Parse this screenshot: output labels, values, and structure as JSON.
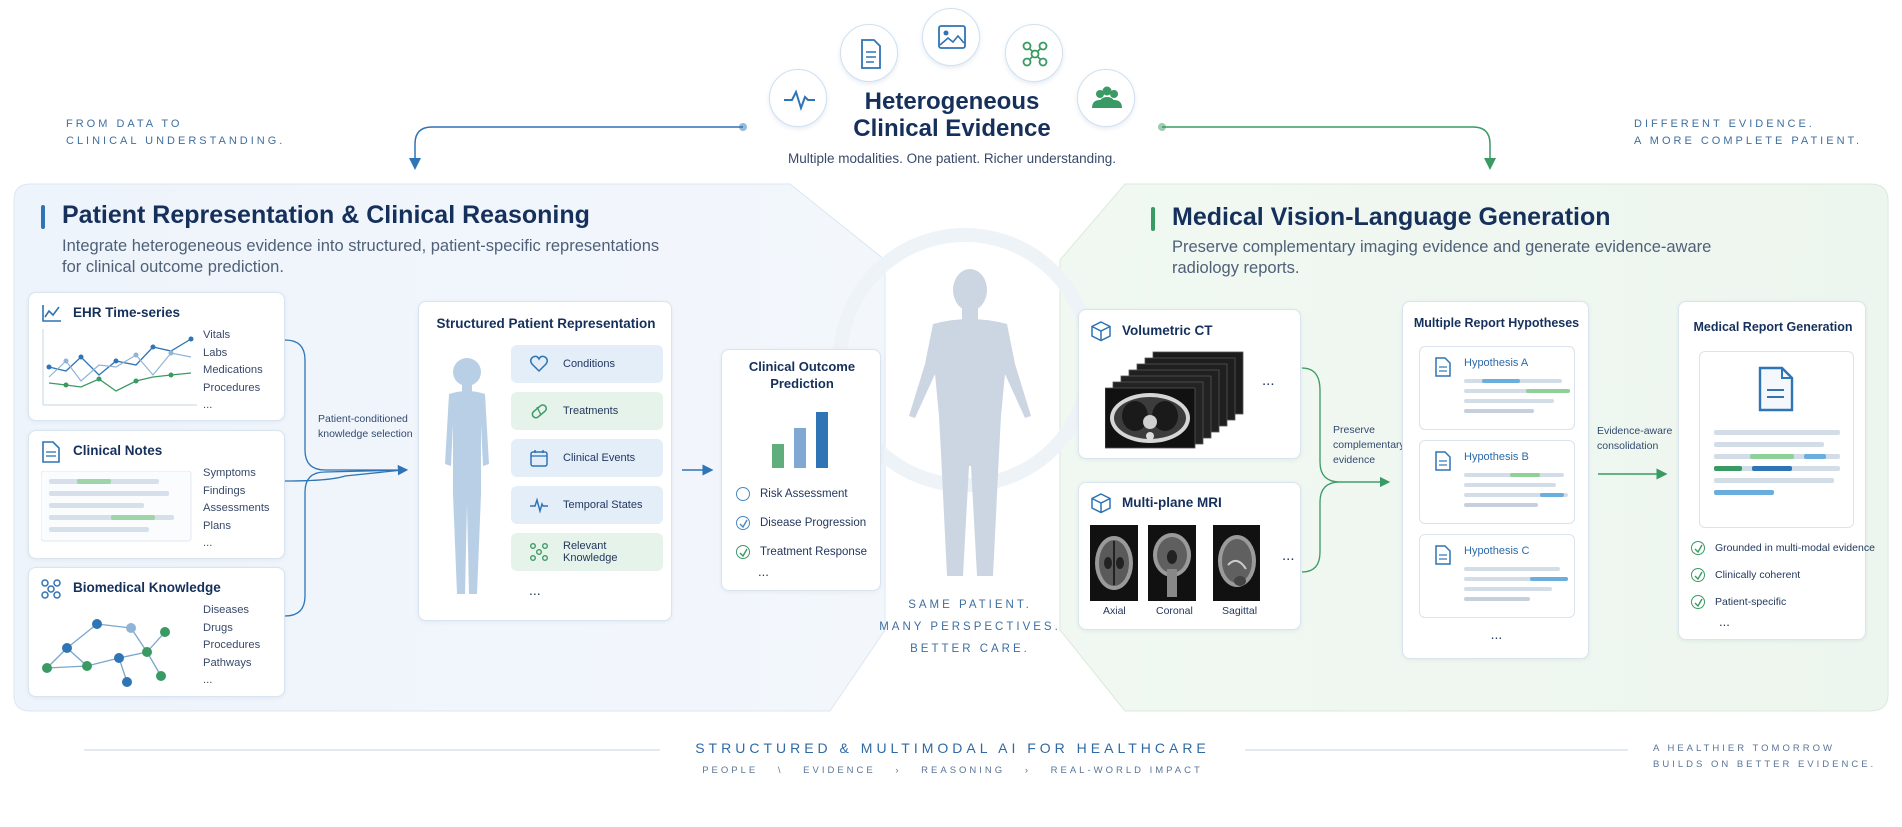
{
  "header": {
    "title_line1": "Heterogeneous",
    "title_line2": "Clinical Evidence",
    "subtitle": "Multiple modalities. One patient. Richer understanding.",
    "left_tag_line1": "FROM DATA TO",
    "left_tag_line2": "CLINICAL UNDERSTANDING.",
    "right_tag_line1": "DIFFERENT EVIDENCE.",
    "right_tag_line2": "A MORE COMPLETE PATIENT.",
    "icons": [
      "heartbeat-icon",
      "document-icon",
      "image-icon",
      "network-icon",
      "people-icon"
    ]
  },
  "left_panel": {
    "title": "Patient Representation & Clinical Reasoning",
    "subtitle_line1": "Integrate heterogeneous evidence into structured, patient-specific representations",
    "subtitle_line2": "for clinical outcome prediction.",
    "ehr": {
      "title": "EHR Time-series",
      "items": [
        "Vitals",
        "Labs",
        "Medications",
        "Procedures",
        "..."
      ]
    },
    "notes": {
      "title": "Clinical Notes",
      "items": [
        "Symptoms",
        "Findings",
        "Assessments",
        "Plans",
        "..."
      ]
    },
    "knowledge": {
      "title": "Biomedical Knowledge",
      "items": [
        "Diseases",
        "Drugs",
        "Procedures",
        "Pathways",
        "..."
      ]
    },
    "selection_label_line1": "Patient-conditioned",
    "selection_label_line2": "knowledge selection",
    "structured": {
      "title": "Structured Patient Representation",
      "items": [
        "Conditions",
        "Treatments",
        "Clinical Events",
        "Temporal States",
        "Relevant Knowledge"
      ],
      "more": "..."
    },
    "outcome": {
      "title_line1": "Clinical Outcome",
      "title_line2": "Prediction",
      "items": [
        "Risk Assessment",
        "Disease Progression",
        "Treatment Response"
      ],
      "more": "..."
    }
  },
  "center": {
    "line1": "SAME PATIENT.",
    "line2": "MANY PERSPECTIVES.",
    "line3": "BETTER CARE."
  },
  "right_panel": {
    "title": "Medical Vision-Language Generation",
    "subtitle_line1": "Preserve complementary imaging evidence and generate evidence-aware",
    "subtitle_line2": "radiology reports.",
    "ct": {
      "title": "Volumetric CT",
      "more": "..."
    },
    "mri": {
      "title": "Multi-plane MRI",
      "views": [
        "Axial",
        "Coronal",
        "Sagittal"
      ],
      "more": "..."
    },
    "preserve_label": [
      "Preserve",
      "complementary",
      "evidence"
    ],
    "hypotheses": {
      "title": "Multiple Report Hypotheses",
      "items": [
        "Hypothesis A",
        "Hypothesis B",
        "Hypothesis C"
      ],
      "more": "..."
    },
    "consolidation_label": [
      "Evidence-aware",
      "consolidation"
    ],
    "report": {
      "title": "Medical Report Generation",
      "checks": [
        "Grounded in multi-modal evidence",
        "Clinically coherent",
        "Patient-specific"
      ],
      "more": "..."
    }
  },
  "footer": {
    "title": "STRUCTURED & MULTIMODAL AI FOR HEALTHCARE",
    "steps": [
      "PEOPLE",
      "EVIDENCE",
      "REASONING",
      "REAL-WORLD IMPACT"
    ],
    "sep": "\\",
    "sep2": "›",
    "right_line1": "A HEALTHIER TOMORROW",
    "right_line2": "BUILDS ON BETTER EVIDENCE."
  },
  "colors": {
    "blue": "#2f74b5",
    "green": "#3a9a63",
    "navy": "#16305c"
  }
}
